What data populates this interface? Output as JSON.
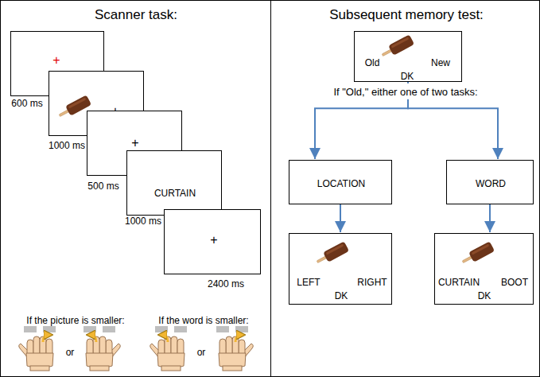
{
  "diagram": {
    "nodes": [
      {
        "text": [
          "Scanner task:"
        ]
      },
      {
        "text": [
          "+"
        ],
        "in": 0
      },
      {
        "text": [
          "+"
        ],
        "in": 0
      },
      {
        "text": [
          "+"
        ],
        "in": 0
      },
      {
        "text": [
          "CURTAIN"
        ],
        "in": 0
      },
      {
        "text": [
          "+"
        ],
        "in": 0
      },
      {
        "text": [
          "Subsequent memory test:"
        ]
      },
      {
        "text": [
          "Old",
          "New",
          "DK"
        ],
        "in": 6
      },
      {
        "text": [
          "LOCATION"
        ],
        "in": 6
      },
      {
        "text": [
          "WORD"
        ],
        "in": 6
      },
      {
        "text": [
          "LEFT",
          "DK",
          "RIGHT"
        ],
        "in": 6
      },
      {
        "text": [
          "CURTAIN",
          "DK",
          "BOOT"
        ],
        "in": 6
      }
    ],
    "edges": [
      {
        "from": 7,
        "to": 8,
        "arrow": "to"
      },
      {
        "from": 7,
        "to": 9,
        "arrow": "to"
      },
      {
        "from": 8,
        "to": 10,
        "arrow": "to"
      },
      {
        "from": 9,
        "to": 11,
        "arrow": "to"
      }
    ],
    "labels": [
      "600 ms",
      "1000 ms",
      "500 ms",
      "1000 ms",
      "2400 ms",
      "If the picture is smaller:",
      "or",
      "If the word is smaller:",
      "or",
      "If \"Old,\" either one of two tasks:"
    ]
  }
}
